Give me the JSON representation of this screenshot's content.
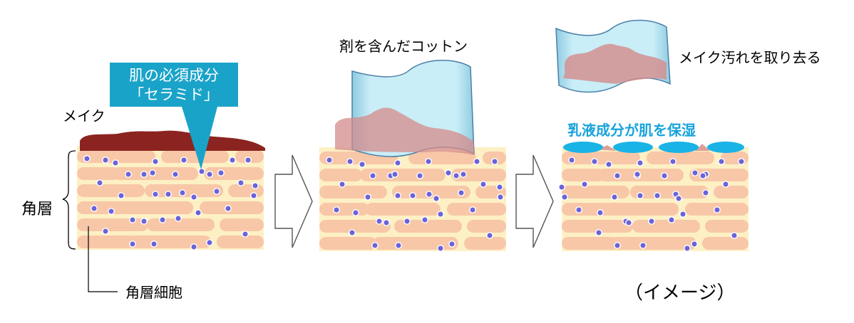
{
  "panel1": {
    "makeup_label": "メイク",
    "callout_line1": "肌の必須成分",
    "callout_line2": "「セラミド」",
    "stratum_label": "角層",
    "cell_label": "角層細胞"
  },
  "panel2": {
    "cotton_label": "剤を含んだコットン"
  },
  "panel3": {
    "remove_label": "メイク汚れを取り去る",
    "moisture_label": "乳液成分が肌を保湿",
    "image_note": "（イメージ）"
  },
  "colors": {
    "background_cream": "#fdf0c4",
    "cell_peach": "#f7c7a8",
    "ceramide_dot": "#6b63d8",
    "makeup_brown": "#8b2420",
    "callout_blue": "#1aa3c9",
    "cotton_fill": "#bfe6f2",
    "cotton_edge": "#4a7fa8",
    "residue_pink": "#d48b8b",
    "emulsion_blue": "#19b3e6",
    "arrow_gray": "#555555"
  },
  "icons": {
    "arrow": "chevron-right-arrow-icon",
    "brace": "left-brace-icon"
  }
}
